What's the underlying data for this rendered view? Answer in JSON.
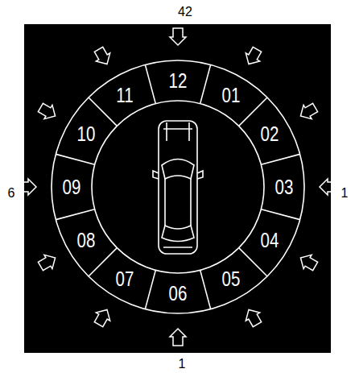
{
  "diagram": {
    "nodes": [
      {
        "text": [
          "12"
        ]
      },
      {
        "text": [
          "01"
        ]
      },
      {
        "text": [
          "02"
        ]
      },
      {
        "text": [
          "03"
        ]
      },
      {
        "text": [
          "04"
        ]
      },
      {
        "text": [
          "05"
        ]
      },
      {
        "text": [
          "06"
        ]
      },
      {
        "text": [
          "07"
        ]
      },
      {
        "text": [
          "08"
        ]
      },
      {
        "text": [
          "09"
        ]
      },
      {
        "text": [
          "10"
        ]
      },
      {
        "text": [
          "11"
        ]
      }
    ],
    "labels": [
      "42",
      "6",
      "1",
      "1"
    ]
  }
}
